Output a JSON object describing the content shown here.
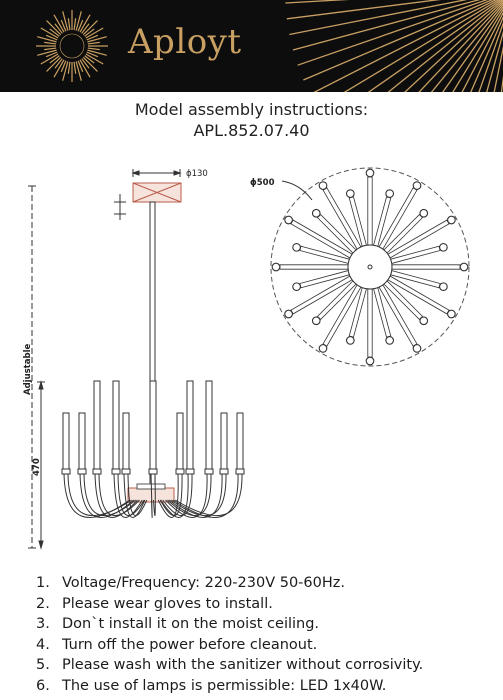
{
  "header": {
    "brand": "Aployt",
    "logo": "sunburst-logo-icon",
    "accent_color": "#c9a063",
    "background_color": "#0d0d0d"
  },
  "title": {
    "line1": "Model assembly instructions:",
    "line2": "APL.852.07.40"
  },
  "drawing": {
    "canopy_label": "ɸ130",
    "diameter_label": "ɸ500",
    "adjustable_label": "Adjustable",
    "height_label": "470",
    "arm_count": 24
  },
  "instructions": [
    {
      "num": "1.",
      "text": "Voltage/Frequency: 220-230V 50-60Hz."
    },
    {
      "num": "2.",
      "text": "Please wear gloves to install."
    },
    {
      "num": "3.",
      "text": "Don`t install it on the moist ceiling."
    },
    {
      "num": "4.",
      "text": "Turn off the power before cleanout."
    },
    {
      "num": "5.",
      "text": "Please wash with the sanitizer without corrosivity."
    },
    {
      "num": "6.",
      "text": "The use of lamps is permissible: LED 1x40W."
    }
  ]
}
